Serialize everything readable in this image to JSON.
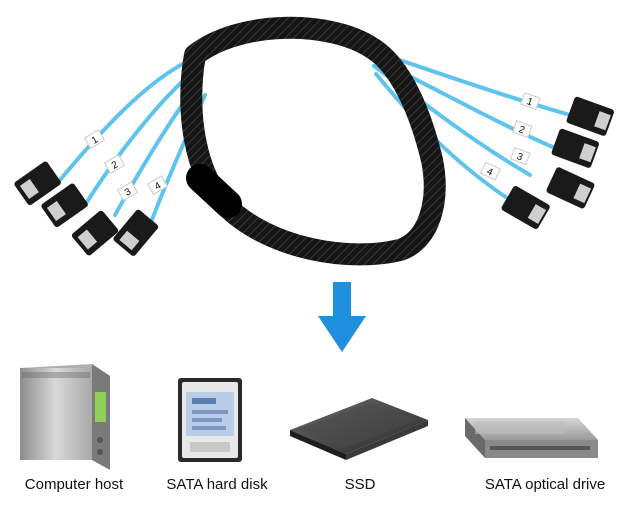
{
  "devices": [
    {
      "label": "Computer host",
      "icon": "computer-tower-icon"
    },
    {
      "label": "SATA hard disk",
      "icon": "hard-disk-icon"
    },
    {
      "label": "SSD",
      "icon": "ssd-icon"
    },
    {
      "label": "SATA optical drive",
      "icon": "optical-drive-icon"
    }
  ],
  "arrow": {
    "icon": "arrow-down-icon",
    "color": "#1f8fe0"
  },
  "cable": {
    "sleeve_color": "#111111",
    "wire_color": "#5ec4ec",
    "connector_color": "#1a1a1a",
    "left_tags": [
      "1",
      "2",
      "3",
      "4"
    ],
    "right_tags": [
      "1",
      "2",
      "3",
      "4"
    ]
  }
}
